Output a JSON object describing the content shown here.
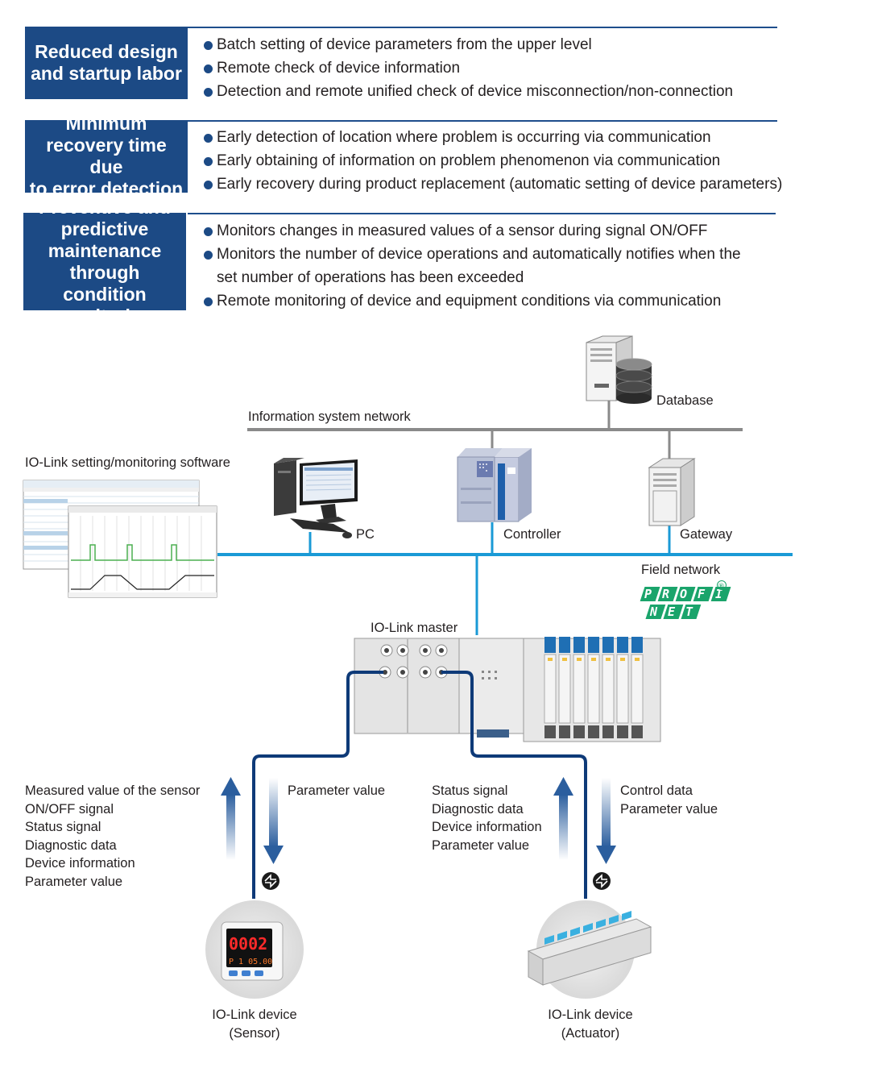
{
  "features": [
    {
      "title": [
        "Reduced design",
        "and startup labor"
      ],
      "bullets": [
        "Batch setting of device parameters from the upper level",
        "Remote check of device information",
        "Detection and remote unified check of device misconnection/non-connection"
      ]
    },
    {
      "title": [
        "Minimum",
        "recovery time due",
        "to error detection"
      ],
      "bullets": [
        "Early detection of location where problem is occurring via communication",
        "Early obtaining of information on problem phenomenon via communication",
        "Early recovery during product replacement (automatic setting of device parameters)"
      ]
    },
    {
      "title": [
        "Preventive and",
        "predictive",
        "maintenance through",
        "condition monitoring"
      ],
      "bullets": [
        "Monitors changes in measured values of a sensor during signal ON/OFF",
        "Monitors the number of device operations and automatically notifies when the",
        "set number of operations has been exceeded",
        "Remote monitoring of device and equipment conditions via communication"
      ]
    }
  ],
  "diagram": {
    "database": "Database",
    "info_network": "Information system network",
    "software": "IO-Link setting/monitoring software",
    "pc": "PC",
    "controller": "Controller",
    "gateway": "Gateway",
    "field_network": "Field network",
    "profinet_top": "PROFI",
    "profinet_bottom": "NET",
    "registered": "®",
    "master": "IO-Link master",
    "sensor_up": [
      "Measured value of the sensor",
      "ON/OFF signal",
      "Status signal",
      "Diagnostic data",
      "Device information",
      "Parameter value"
    ],
    "sensor_down": [
      "Parameter value"
    ],
    "actuator_up": [
      "Status signal",
      "Diagnostic data",
      "Device information",
      "Parameter value"
    ],
    "actuator_down": [
      "Control data",
      "Parameter value"
    ],
    "sensor_device": [
      "IO-Link device",
      "(Sensor)"
    ],
    "actuator_device": [
      "IO-Link device",
      "(Actuator)"
    ],
    "sensor_display_top": "0002",
    "sensor_display_bottom": "P 1  05.00"
  },
  "colors": {
    "title_blue": "#1c4a85",
    "network_cyan": "#1a9ad6",
    "iolink_navy": "#0e3a78",
    "profinet_green": "#1aa46b"
  }
}
